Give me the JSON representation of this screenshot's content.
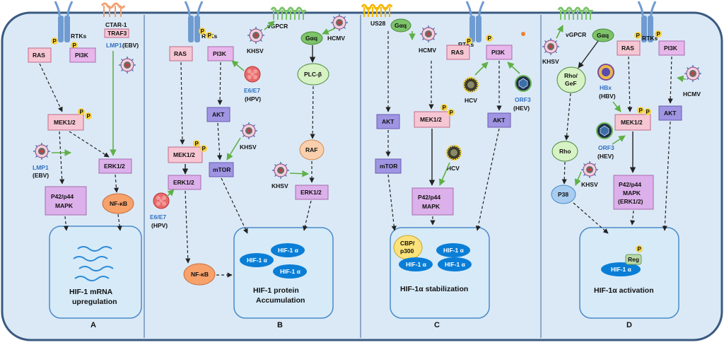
{
  "panels": {
    "A": {
      "letter": "A",
      "ctar1": "CTAR-1",
      "traf3": "TRAF3",
      "lmp1_top": "LMP1",
      "ebv_top": "(EBV)",
      "ras": "RAS",
      "rtks": "RTKs",
      "pi3k": "PI3K",
      "mek": "MEK1/2",
      "lmp1_left": "LMP1",
      "ebv_left": "(EBV)",
      "erk": "ERK1/2",
      "mapk_1": "P42/p44",
      "mapk_2": "MAPK",
      "nfkb": "NF-κB",
      "outcome_1": "HIF-1 mRNA",
      "outcome_2": "upregulation"
    },
    "B": {
      "letter": "B",
      "ras": "RAS",
      "rtks": "RTKs",
      "pi3k": "PI3K",
      "khsv_top": "KHSV",
      "vgpcr": "vGPCR",
      "gaq": "Gαq",
      "hcmv": "HCMV",
      "e6e7_right": "E6/E7",
      "hpv_right": "(HPV)",
      "plc": "PLC-β",
      "akt": "AKT",
      "khsv_mid": "KHSV",
      "mek": "MEK1/2",
      "erk": "ERK1/2",
      "mtor": "mTOR",
      "raf": "RAF",
      "khsv_low": "KHSV",
      "erk_right": "ERK1/2",
      "e6e7_left": "E6/E7",
      "hpv_left": "(HPV)",
      "nfkb": "NF-κB",
      "hif_label": "HIF-1 α",
      "outcome_1": "HIF-1 protein",
      "outcome_2": "Accumulation"
    },
    "C": {
      "letter": "C",
      "us28": "US28",
      "gaq": "Gαq",
      "hcmv": "HCMV",
      "ras": "RAS",
      "rtks": "RTKs",
      "pi3k": "PI3K",
      "hcv_right": "HCV",
      "orf3": "ORF3",
      "hev": "(HEV)",
      "akt_left": "AKT",
      "mek": "MEK1/2",
      "akt_right": "AKT",
      "mtor": "mTOR",
      "hcv_mid": "HCV",
      "mapk_1": "P42/p44",
      "mapk_2": "MAPK",
      "cbp_1": "CBP/",
      "cbp_2": "p300",
      "hif_label": "HIF-1 α",
      "outcome": "HIF-1α stabilization"
    },
    "D": {
      "letter": "D",
      "khsv_top": "KHSV",
      "vgpcr": "vGPCR",
      "gaq": "Gαq",
      "ras": "RAS",
      "rtks": "RTKs",
      "pi3k": "PI3K",
      "rho_gef_1": "Rho/",
      "rho_gef_2": "GeF",
      "hbx": "HBx",
      "hbv": "(HBV)",
      "hcmv": "HCMV",
      "mek": "MEK1/2",
      "akt": "AKT",
      "orf3": "ORF3",
      "hev": "(HEV)",
      "rho": "Rho",
      "khsv_low": "KHSV",
      "p38": "P38",
      "mapk_1": "P42/p44",
      "mapk_2": "MAPK",
      "mapk_3": "(ERK1/2)",
      "reg": "Reg",
      "hif_label": "HIF-1 α",
      "outcome": "HIF-1α activation"
    }
  },
  "phospho": "P",
  "colors": {
    "cell_bg": "#dbe9f6",
    "cell_border": "#3a5a80",
    "receptor": "#6f9bd1",
    "vgpcr": "#7cc36a",
    "us28": "#f5b800",
    "ctar": "#f4a070",
    "pink_box": "#f6c6d3",
    "pi3k_box": "#e7b6ea",
    "akt_box": "#9f95e3",
    "mapk_box": "#dcb0ea",
    "nfkb": "#f7a16b",
    "raf": "#f9cfad",
    "plc": "#d7f2c4",
    "hif": "#0a7ed6",
    "p_badge": "#f7d23f",
    "green_arrow": "#5fb046"
  }
}
